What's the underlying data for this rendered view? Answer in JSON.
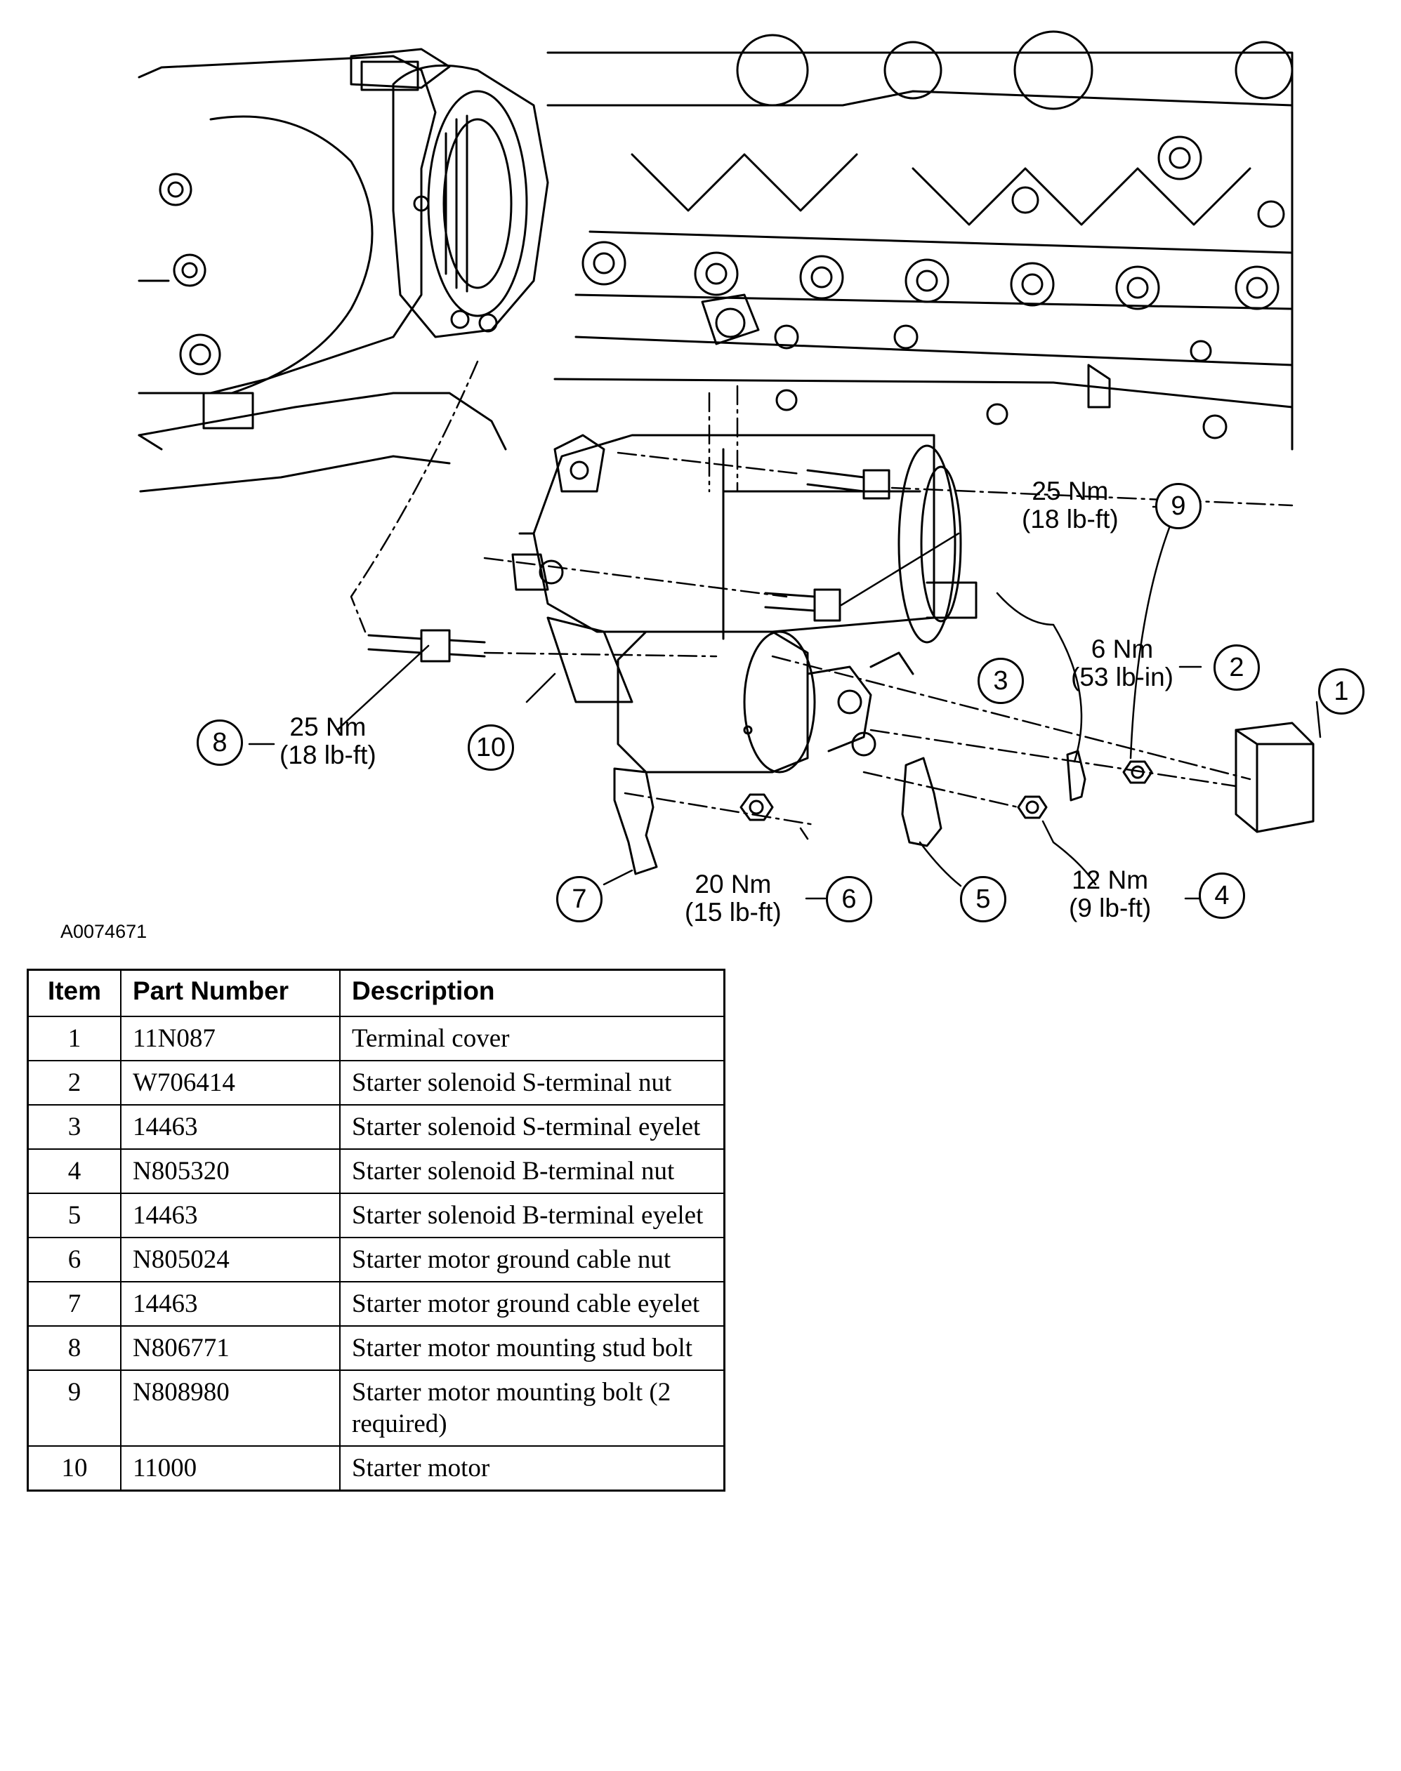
{
  "figure_id": "A0074671",
  "callouts": [
    {
      "number": "1"
    },
    {
      "number": "2",
      "torque": "6 Nm",
      "torque_alt": "(53 lb-in)"
    },
    {
      "number": "3"
    },
    {
      "number": "4",
      "torque": "12 Nm",
      "torque_alt": "(9 lb-ft)"
    },
    {
      "number": "5"
    },
    {
      "number": "6",
      "torque": "20 Nm",
      "torque_alt": "(15 lb-ft)"
    },
    {
      "number": "7"
    },
    {
      "number": "8",
      "torque": "25 Nm",
      "torque_alt": "(18 lb-ft)"
    },
    {
      "number": "9",
      "torque": "25 Nm",
      "torque_alt": "(18 lb-ft)"
    },
    {
      "number": "10"
    }
  ],
  "table": {
    "headers": [
      "Item",
      "Part Number",
      "Description"
    ],
    "rows": [
      {
        "item": "1",
        "part": "11N087",
        "desc": "Terminal cover"
      },
      {
        "item": "2",
        "part": "W706414",
        "desc": "Starter solenoid S-terminal nut"
      },
      {
        "item": "3",
        "part": "14463",
        "desc": "Starter solenoid S-terminal eyelet"
      },
      {
        "item": "4",
        "part": "N805320",
        "desc": "Starter solenoid B-terminal nut"
      },
      {
        "item": "5",
        "part": "14463",
        "desc": "Starter solenoid B-terminal eyelet"
      },
      {
        "item": "6",
        "part": "N805024",
        "desc": "Starter motor ground cable nut"
      },
      {
        "item": "7",
        "part": "14463",
        "desc": "Starter motor ground cable eyelet"
      },
      {
        "item": "8",
        "part": "N806771",
        "desc": "Starter motor mounting stud bolt"
      },
      {
        "item": "9",
        "part": "N808980",
        "desc": "Starter motor mounting bolt (2 required)"
      },
      {
        "item": "10",
        "part": "11000",
        "desc": "Starter motor"
      }
    ]
  }
}
